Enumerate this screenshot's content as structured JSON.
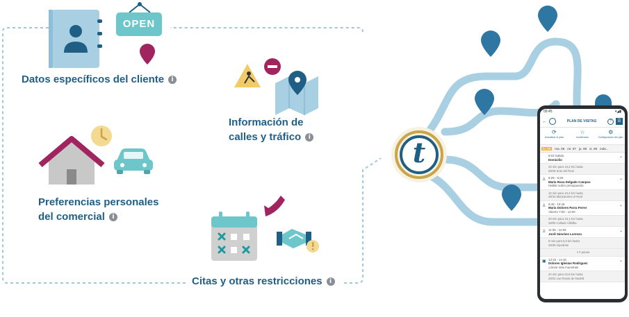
{
  "labels": {
    "client_data": "Datos específicos del cliente",
    "streets_line1": "Información de",
    "streets_line2": "calles y tráfico",
    "prefs_line1": "Preferencias personales",
    "prefs_line2": "del comercial",
    "appointments": "Citas y otras restricciones",
    "info_glyph": "i"
  },
  "open_sign": "OPEN",
  "logo_letter": "t",
  "colors": {
    "primary": "#1f5f86",
    "road": "#a9cfe2",
    "magenta": "#a0255f",
    "gold": "#c9a449",
    "dotted": "#9ec7dc"
  },
  "phone": {
    "status_time": "09:45",
    "status_icons": "▾◢▮",
    "back_glyph": "←",
    "help_glyph": "?",
    "menu_glyph": "☰",
    "title": "PLAN DE VISITAS",
    "toolbar": [
      {
        "icon": "refresh-icon",
        "glyph": "⟳",
        "label": "Actualizar el plan"
      },
      {
        "icon": "star-icon",
        "glyph": "☆",
        "label": "Incidencias"
      },
      {
        "icon": "gear-icon",
        "glyph": "⚙",
        "label": "Configuración del plan"
      }
    ],
    "days": [
      "lu. 05",
      "ma. 06",
      "mi. 07",
      "ju. 08",
      "vi. 09",
      "más..."
    ],
    "selected_day": 0,
    "items": [
      {
        "type": "stop",
        "icon": "",
        "time": "8:03 Salida",
        "name": "Domicilio",
        "note": ""
      },
      {
        "type": "travel",
        "line1": "26 min para 16,2 km hasta",
        "line2": "28/49 Soto del Real"
      },
      {
        "type": "stop",
        "icon": "♙",
        "time": "8:29 - 9:29",
        "name": "María Rosa Delgado Campos",
        "note": "Hablar sobre presupuesto"
      },
      {
        "type": "travel",
        "line1": "16 min para 10,2 km hasta",
        "line2": "28/10 Manzanares el Real"
      },
      {
        "type": "stop",
        "icon": "♙",
        "time": "9:45 - 10:45",
        "name": "María Dolores Parra Ferrer",
        "note": "Abierto 7:00 - 12:00"
      },
      {
        "type": "travel",
        "line1": "28 min para 16,1 km hasta",
        "line2": "28/00 Collado Villalba"
      },
      {
        "type": "stop",
        "icon": "♙",
        "time": "11:35 - 12:05",
        "name": "Jordi Sánchez Lorenzo",
        "note": ""
      },
      {
        "type": "travel",
        "line1": "9 min para 5,5 km hasta",
        "line2": "28/30 Alpedrete"
      },
      {
        "type": "pause",
        "text": "1 h pausa"
      },
      {
        "type": "stop",
        "icon": "▣",
        "time": "13:15 - 14:15",
        "name": "Dolores Iglesias Rodríguez",
        "note": "¡Llevar más muestras!"
      },
      {
        "type": "travel",
        "line1": "22 min para 22,8 km hasta",
        "line2": "28/22 Las Rozas de Madrid"
      }
    ]
  }
}
